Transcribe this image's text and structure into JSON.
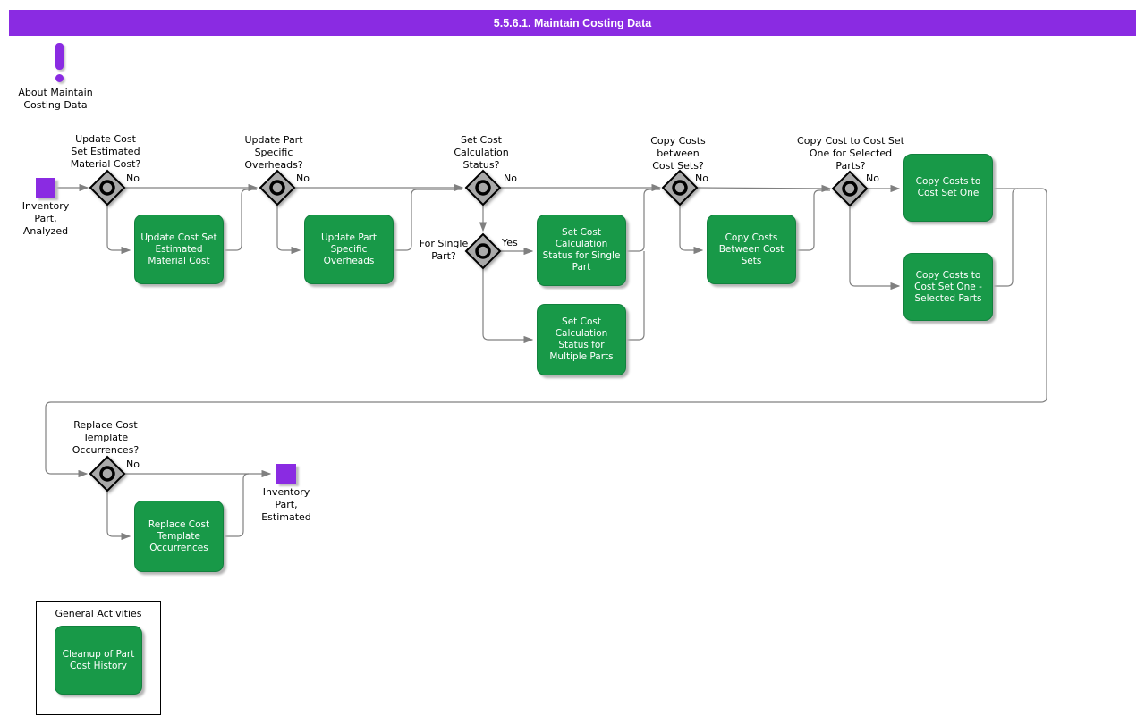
{
  "title": "5.5.6.1. Maintain Costing Data",
  "about": {
    "label": "About Maintain\nCosting Data"
  },
  "start": {
    "label": "Inventory\nPart,\nAnalyzed"
  },
  "end": {
    "label": "Inventory\nPart,\nEstimated"
  },
  "decisions": {
    "d1": {
      "question": "Update Cost\nSet Estimated\nMaterial Cost?",
      "branch": "No"
    },
    "d2": {
      "question": "Update Part\nSpecific\nOverheads?",
      "branch": "No"
    },
    "d3": {
      "question": "Set Cost\nCalculation\nStatus?",
      "branch": "No"
    },
    "d4": {
      "question": "For Single\nPart?",
      "branch": "Yes"
    },
    "d5": {
      "question": "Copy Costs\nbetween\nCost Sets?",
      "branch": "No"
    },
    "d6": {
      "question": "Copy Cost to Cost Set\nOne for Selected\nParts?",
      "branch": "No"
    },
    "d7": {
      "question": "Replace Cost\nTemplate\nOccurrences?",
      "branch": "No"
    }
  },
  "activities": {
    "update_cost_set": "Update Cost Set\nEstimated\nMaterial Cost",
    "update_part": "Update Part\nSpecific\nOverheads",
    "set_status_single": "Set Cost\nCalculation\nStatus for Single\nPart",
    "set_status_multiple": "Set Cost\nCalculation\nStatus for\nMultiple Parts",
    "copy_between": "Copy Costs\nBetween Cost\nSets",
    "copy_to_one": "Copy Costs to\nCost Set One",
    "copy_to_one_selected": "Copy Costs to\nCost Set One -\nSelected Parts",
    "replace_template": "Replace Cost\nTemplate\nOccurrences",
    "cleanup": "Cleanup of Part\nCost History"
  },
  "general": {
    "title": "General Activities"
  },
  "colors": {
    "purple": "#8A2BE2",
    "green": "#189948",
    "diamond": "#A9A9A9",
    "line": "#808080"
  }
}
